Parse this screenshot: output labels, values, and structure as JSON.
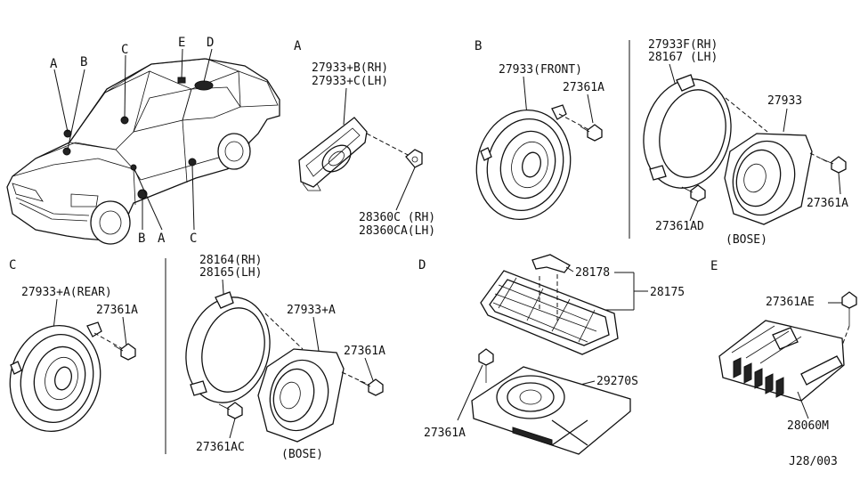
{
  "car_callouts": [
    "A",
    "B",
    "C",
    "E",
    "D",
    "B",
    "A",
    "C"
  ],
  "sections": {
    "a": {
      "letter": "A",
      "labels": [
        "27933+B(RH)",
        "27933+C(LH)",
        "28360C (RH)",
        "28360CA(LH)"
      ]
    },
    "b": {
      "letter": "B",
      "labels": [
        "27933(FRONT)",
        "27361A"
      ]
    },
    "bose_front": {
      "labels": [
        "27933F(RH)",
        "28167 (LH)",
        "27933",
        "27361AD",
        "27361A",
        "(BOSE)"
      ]
    },
    "c": {
      "letter": "C",
      "labels": [
        "27933+A(REAR)",
        "27361A"
      ]
    },
    "bose_rear": {
      "labels": [
        "28164(RH)",
        "28165(LH)",
        "27933+A",
        "27361A",
        "27361AC",
        "(BOSE)"
      ]
    },
    "d": {
      "letter": "D",
      "labels": [
        "28178",
        "28175",
        "29270S",
        "27361A"
      ]
    },
    "e": {
      "letter": "E",
      "labels": [
        "27361AE",
        "28060M"
      ]
    }
  },
  "diagram_code": "J28/003"
}
